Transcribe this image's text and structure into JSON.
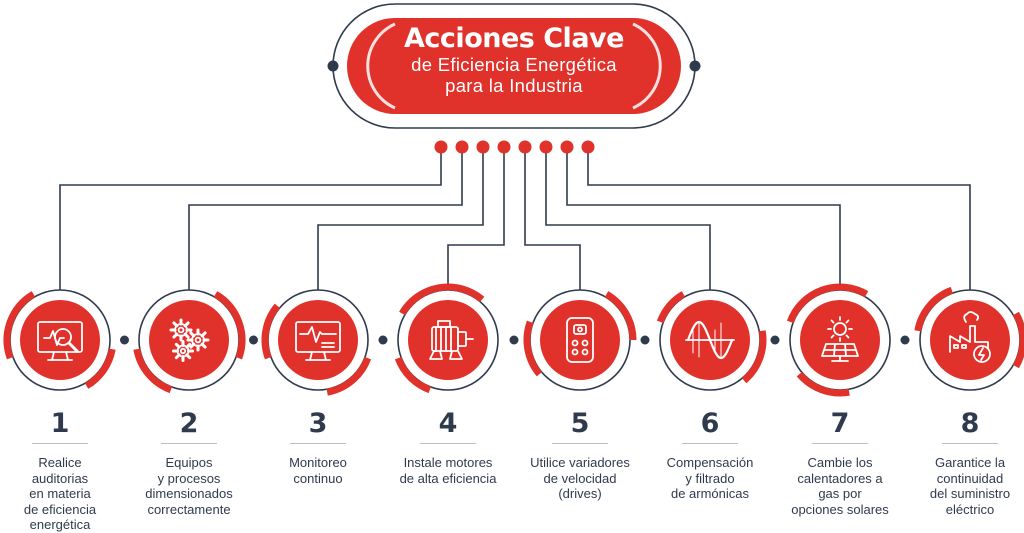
{
  "banner": {
    "title": "Acciones Clave",
    "subtitle_line1": "de Eficiencia Energética",
    "subtitle_line2": "para la Industria"
  },
  "colors": {
    "red": "#e0322b",
    "navy": "#2f3b4d",
    "rule": "#b9bec6"
  },
  "steps": [
    {
      "number": "1",
      "label": "Realice\nauditorias\nen materia\nde eficiencia\nenergética",
      "icon": "monitor-magnifier-icon"
    },
    {
      "number": "2",
      "label": "Equipos\ny procesos\ndimensionados\ncorrectamente",
      "icon": "gears-icon"
    },
    {
      "number": "3",
      "label": "Monitoreo\ncontinuo",
      "icon": "monitor-waveform-icon"
    },
    {
      "number": "4",
      "label": "Instale motores\nde alta eficiencia",
      "icon": "electric-motor-icon"
    },
    {
      "number": "5",
      "label": "Utilice variadores\nde velocidad\n(drives)",
      "icon": "drive-controller-icon"
    },
    {
      "number": "6",
      "label": "Compensación\ny filtrado\nde armónicas",
      "icon": "sine-wave-icon"
    },
    {
      "number": "7",
      "label": "Cambie los\ncalentadores a\ngas por\nopciones solares",
      "icon": "solar-panel-icon"
    },
    {
      "number": "8",
      "label": "Garantice la\ncontinuidad\ndel suministro\neléctrico",
      "icon": "factory-power-icon"
    }
  ]
}
